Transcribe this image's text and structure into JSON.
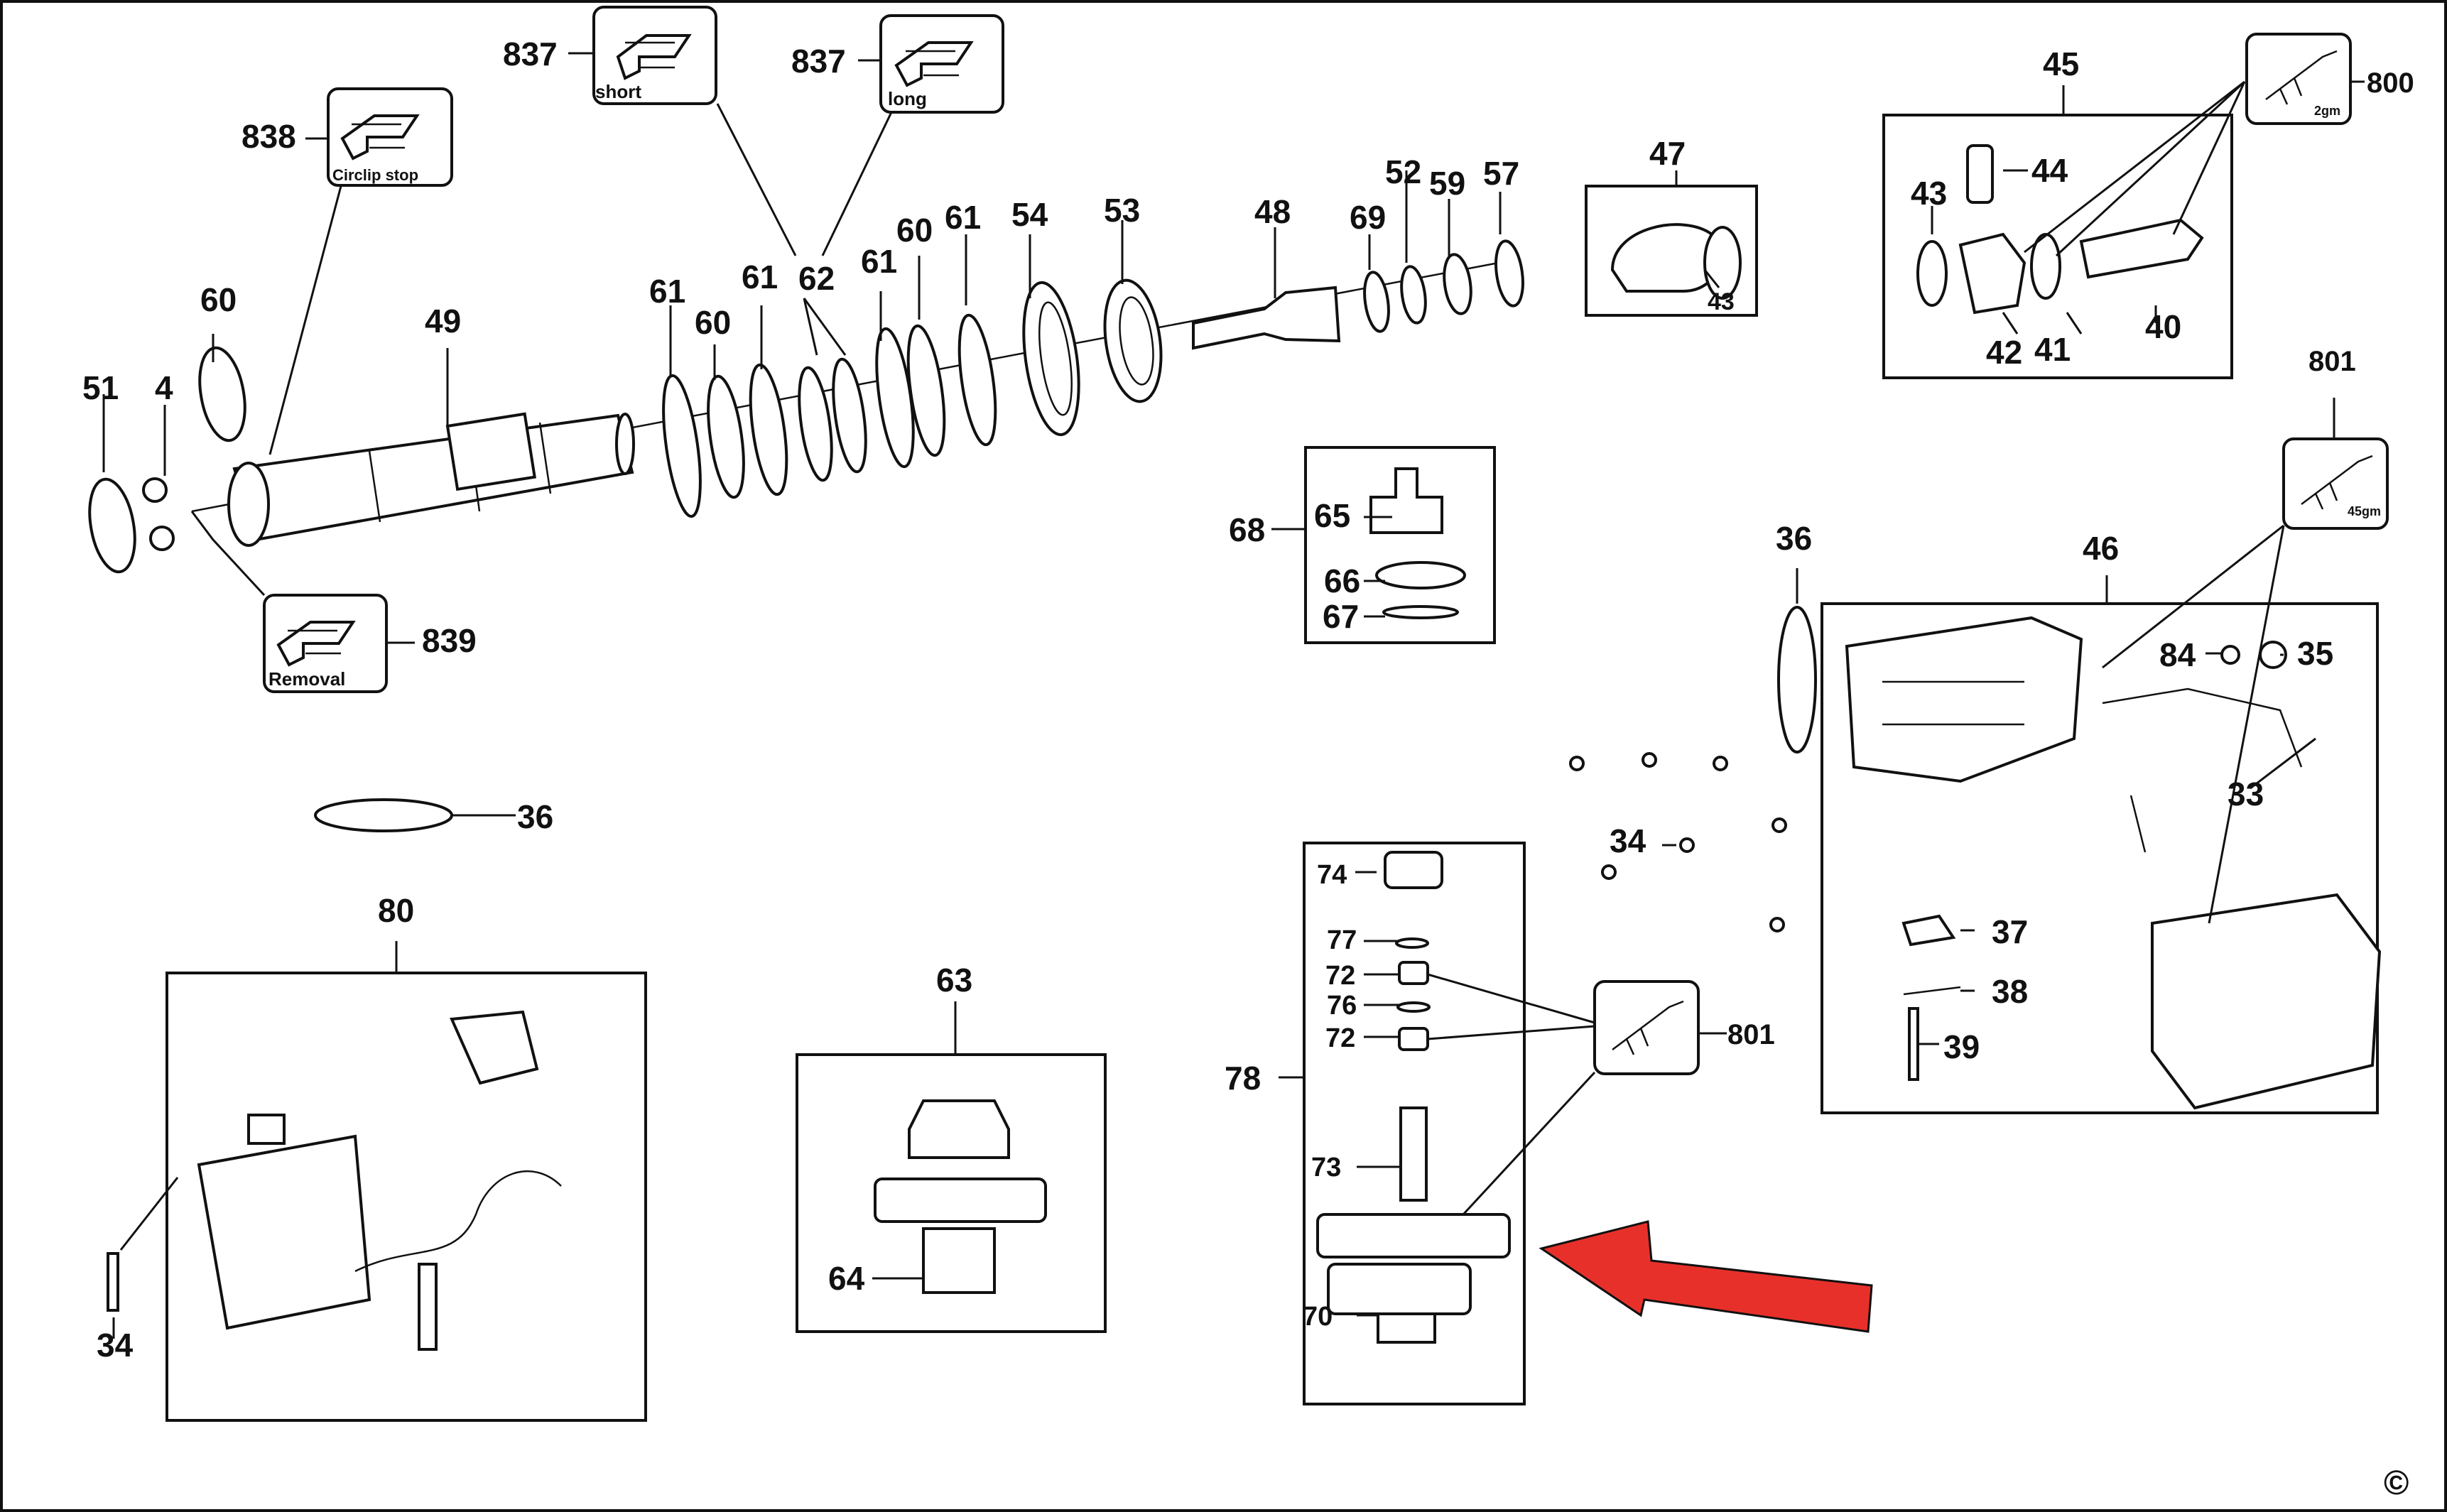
{
  "labels": {
    "l837a": "837",
    "l837b": "837",
    "l838": "838",
    "l839": "839",
    "l51": "51",
    "l4": "4",
    "l60a": "60",
    "l49": "49",
    "l61a": "61",
    "l60b": "60",
    "l61b": "61",
    "l62": "62",
    "l61c": "61",
    "l60c": "60",
    "l61d": "61",
    "l54": "54",
    "l53": "53",
    "l48": "48",
    "l69": "69",
    "l52": "52",
    "l59": "59",
    "l57": "57",
    "l47": "47",
    "l43a": "43",
    "l45": "45",
    "l800": "800",
    "l43b": "43",
    "l44": "44",
    "l42": "42",
    "l41": "41",
    "l40": "40",
    "l801a": "801",
    "l36a": "36",
    "l46": "46",
    "l84": "84",
    "l35": "35",
    "l33": "33",
    "l37": "37",
    "l38": "38",
    "l39": "39",
    "l34a": "34",
    "l68": "68",
    "l65": "65",
    "l66": "66",
    "l67": "67",
    "l36b": "36",
    "l80": "80",
    "l34b": "34",
    "l63": "63",
    "l64": "64",
    "l78": "78",
    "l74": "74",
    "l77": "77",
    "l72a": "72",
    "l76": "76",
    "l72b": "72",
    "l73": "73",
    "l70": "70",
    "l801b": "801"
  },
  "callouts": {
    "short": "short",
    "long": "long",
    "circlip_stop": "Circlip stop",
    "removal": "Removal",
    "grease_2": "2gm",
    "grease_45": "45gm",
    "copyright": "©"
  },
  "highlight_arrow_color": "#e8302a"
}
